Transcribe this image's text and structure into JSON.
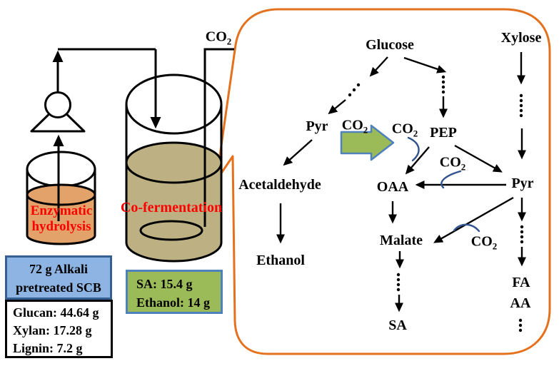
{
  "colors": {
    "callout_orange": "#E4711E",
    "hydrolysate_orange": "#E2A269",
    "broth_tan": "#BDB183",
    "blue_box_fill": "#8DB4E2",
    "blue_box_border": "#376092",
    "green_fill": "#9BBB59",
    "green_border": "#4F81BD",
    "co2_curve_blue": "#31538F",
    "red_label": "#FF0000"
  },
  "apparatus": {
    "co2_outlet": {
      "base": "CO",
      "sub": "2"
    },
    "enzymatic_hydrolysis": {
      "line1": "Enzymatic",
      "line2": "hydrolysis"
    },
    "co_fermentation": "Co-fermentation",
    "alkali_box": {
      "line1": "72 g Alkali",
      "line2": "pretreated SCB"
    },
    "composition_box": {
      "glucan": "Glucan: 44.64 g",
      "xylan": "Xylan: 17.28 g",
      "lignin": "Lignin: 7.2 g"
    },
    "yield_box": {
      "sa": "SA: 15.4 g",
      "ethanol": "Ethanol: 14 g"
    }
  },
  "pathway": {
    "glucose": "Glucose",
    "xylose": "Xylose",
    "pyr_glycolysis": "Pyr",
    "pep": "PEP",
    "pyr_xylose": "Pyr",
    "acetaldehyde": "Acetaldehyde",
    "ethanol": "Ethanol",
    "oaa": "OAA",
    "malate": "Malate",
    "sa": "SA",
    "fa": "FA",
    "aa": "AA",
    "co2": {
      "base": "CO",
      "sub": "2"
    }
  }
}
